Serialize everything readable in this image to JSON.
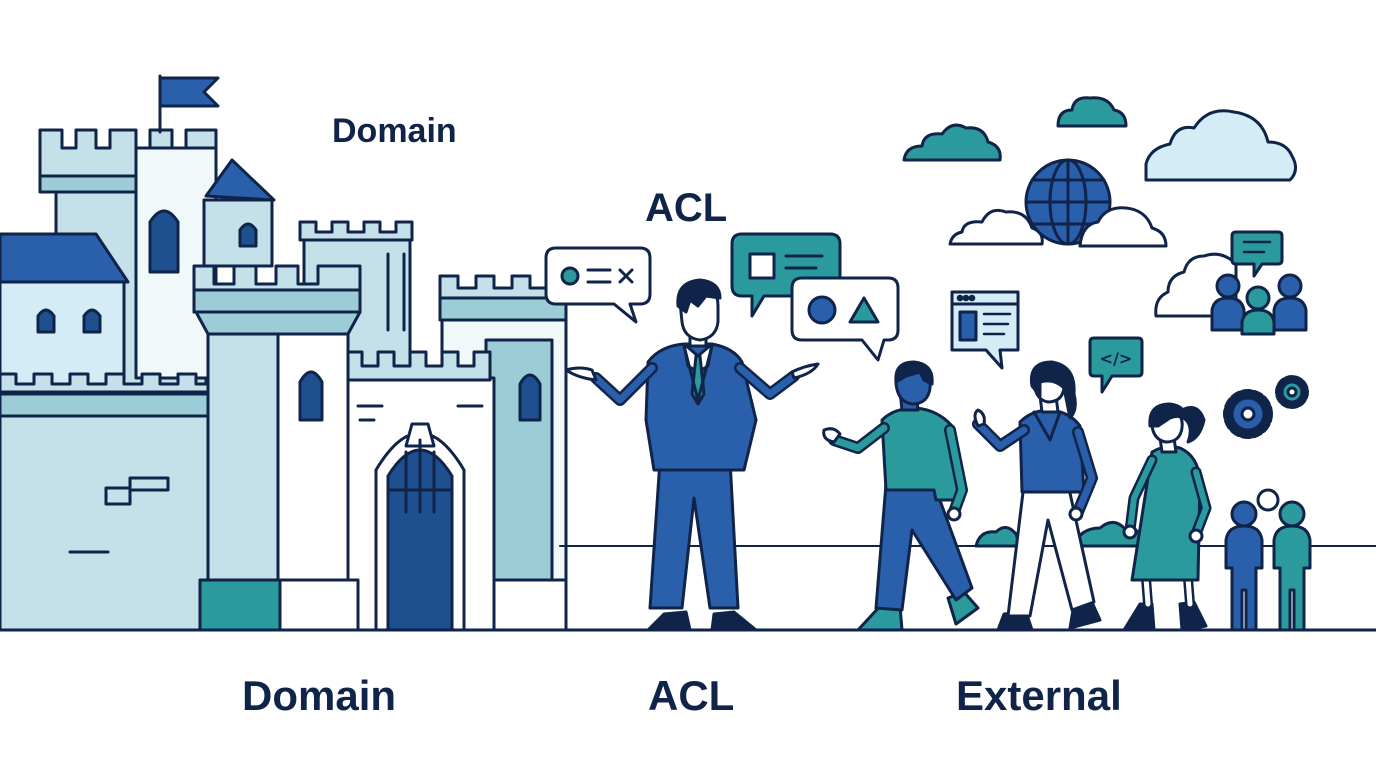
{
  "labels": {
    "domain_top": "Domain",
    "acl_top": "ACL",
    "domain_bottom": "Domain",
    "acl_bottom": "ACL",
    "external_bottom": "External"
  },
  "bubbles": {
    "code": "</>"
  },
  "colors": {
    "outline": "#10244a",
    "castle_light": "#c4e0e8",
    "castle_mid": "#9cccd6",
    "teal": "#2a9a9c",
    "blue": "#2a5fac",
    "dark_blue": "#1e4f8e",
    "pale_blue": "#d4ecf5"
  },
  "icons": [
    "flag-icon",
    "equals-icon",
    "shapes-icon",
    "document-icon",
    "browser-icon",
    "code-icon",
    "globe-icon",
    "gear-icon",
    "group-icon",
    "cloud-icon"
  ]
}
